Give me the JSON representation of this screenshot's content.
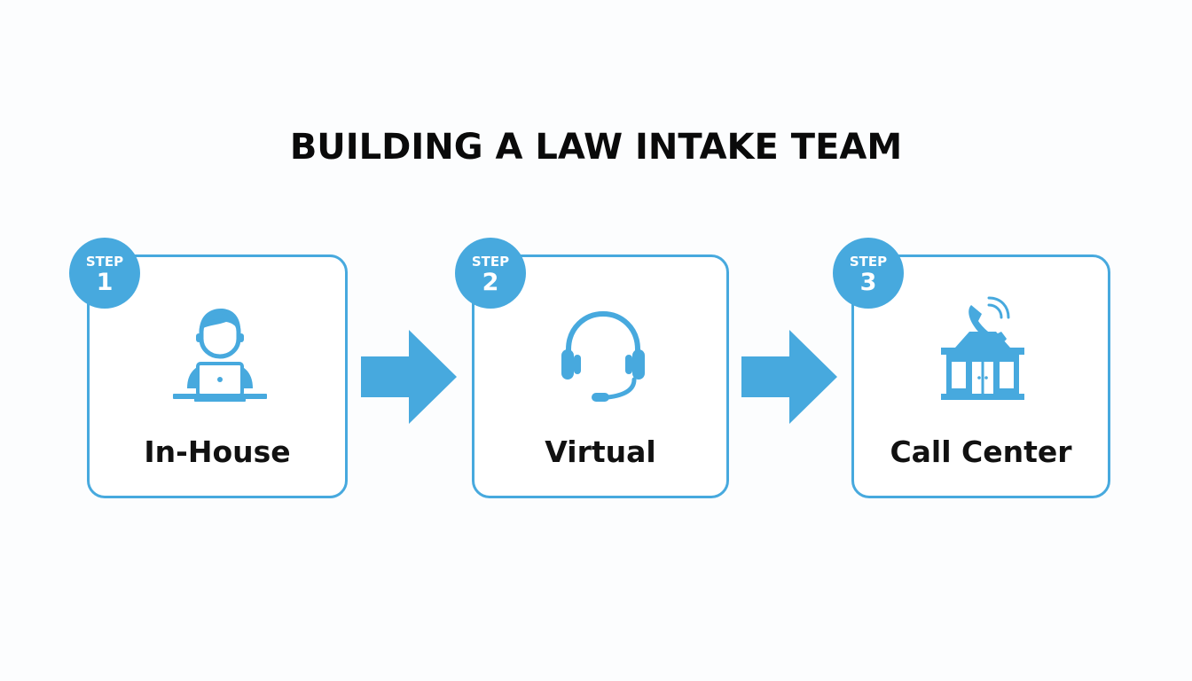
{
  "title": "BUILDING A LAW INTAKE TEAM",
  "colors": {
    "accent": "#47a9de",
    "text": "#111111",
    "background": "#fcfdfe"
  },
  "steps": [
    {
      "badge_word": "STEP",
      "number": "1",
      "label": "In-House",
      "icon": "person-at-laptop-icon"
    },
    {
      "badge_word": "STEP",
      "number": "2",
      "label": "Virtual",
      "icon": "headset-icon"
    },
    {
      "badge_word": "STEP",
      "number": "3",
      "label": "Call Center",
      "icon": "building-with-phone-icon"
    }
  ],
  "connectors": [
    "arrow-right-icon",
    "arrow-right-icon"
  ]
}
